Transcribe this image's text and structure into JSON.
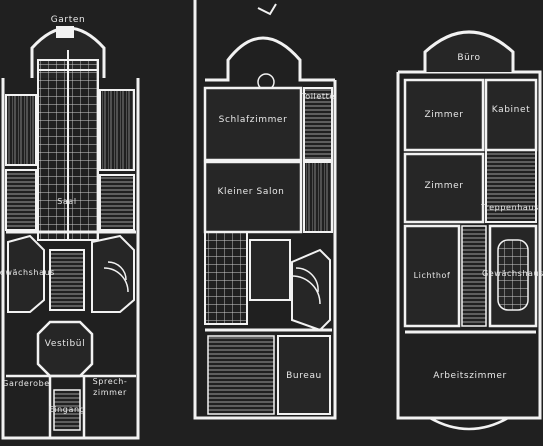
{
  "colors": {
    "background": "#202020",
    "wall": "#f2f2f2",
    "room_fill": "#262626",
    "hatch": "#bdbdbd"
  },
  "plans": {
    "left": {
      "labels": {
        "garten": "Garten",
        "saal": "Saal",
        "gewaechshaus": "Gewächshaus",
        "vestibul": "Vestibül",
        "garderobe": "Garderobe",
        "eingang": "Eingang",
        "sprech": "Sprech-",
        "zimmer": "zimmer"
      }
    },
    "middle": {
      "labels": {
        "schlafzimmer": "Schlafzimmer",
        "kleiner_salon": "Kleiner Salon",
        "bureau": "Bureau",
        "toilette": "Toilette"
      }
    },
    "right": {
      "labels": {
        "buero": "Büro",
        "zimmer_top": "Zimmer",
        "kabinet": "Kabinet",
        "zimmer_mid": "Zimmer",
        "treppenhaus": "Treppenhaus",
        "lichthof": "Lichthof",
        "gewaechshaus": "Gewächshaus",
        "arbeitszimmer": "Arbeitszimmer"
      }
    }
  }
}
